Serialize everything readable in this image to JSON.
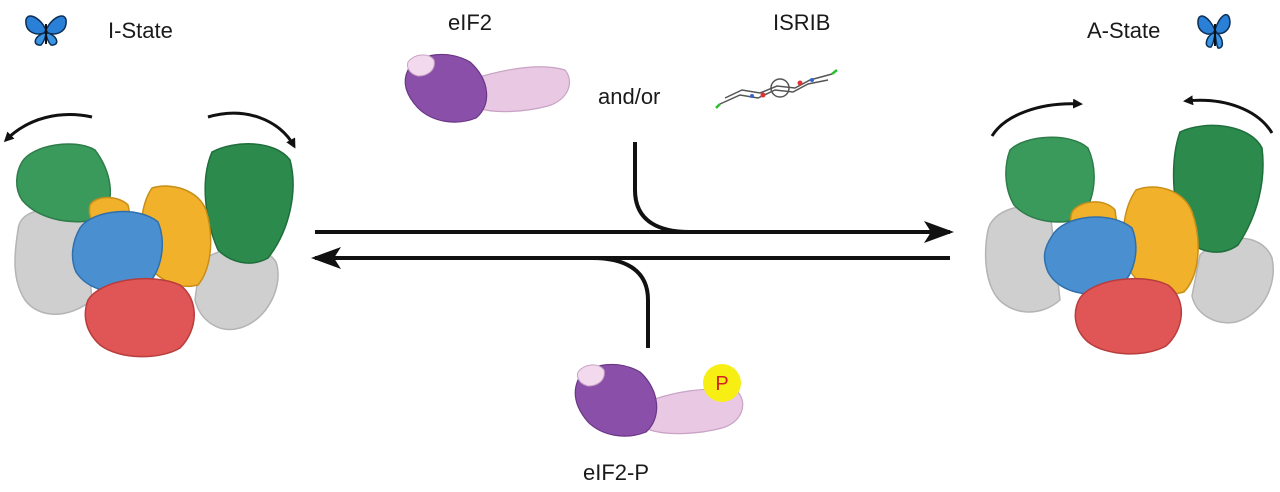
{
  "states": {
    "inactive": "I-State",
    "active": "A-State"
  },
  "ligands": {
    "eif2": "eIF2",
    "isrib": "ISRIB",
    "connector": "and/or",
    "phospho": "eIF2-P",
    "phospho_badge": "P"
  },
  "colors": {
    "green": "#3a9a5c",
    "green_dark": "#2b8a4c",
    "gold": "#f2b12a",
    "blue": "#4a8fd0",
    "red": "#e05555",
    "gray": "#cfcfcf",
    "purple": "#8a4fa8",
    "pink": "#e9c8e4",
    "badge_yellow": "#f7ef14",
    "butterfly_blue": "#2a7fd6"
  },
  "icons": [
    "butterfly-icon",
    "butterfly-icon"
  ]
}
